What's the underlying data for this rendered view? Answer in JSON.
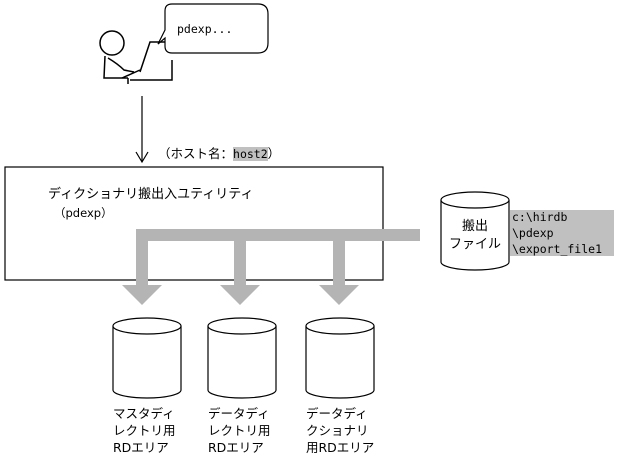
{
  "speech_bubble": {
    "text": "pdexp..."
  },
  "host_label": {
    "prefix": "（ホスト名：",
    "host": "host2",
    "suffix": "）"
  },
  "utility_box": {
    "title": "ディクショナリ搬出入ユティリティ",
    "command": "（pdexp）"
  },
  "file_cylinder": {
    "line1": "搬出",
    "line2": "ファイル"
  },
  "file_path": {
    "lines": [
      "c:\\hirdb",
      "\\pdexp",
      "\\export_file1"
    ]
  },
  "rd_areas": [
    {
      "lines": [
        "マスタディ",
        "レクトリ用",
        "RDエリア"
      ]
    },
    {
      "lines": [
        "データディ",
        "レクトリ用",
        "RDエリア"
      ]
    },
    {
      "lines": [
        "データディ",
        "クショナリ",
        "用RDエリア"
      ]
    }
  ],
  "colors": {
    "flow_arrow": "#b4b4b4",
    "highlight": "#c0c0c0",
    "line": "#000000"
  },
  "icons": {
    "user": "person-at-terminal-icon"
  }
}
